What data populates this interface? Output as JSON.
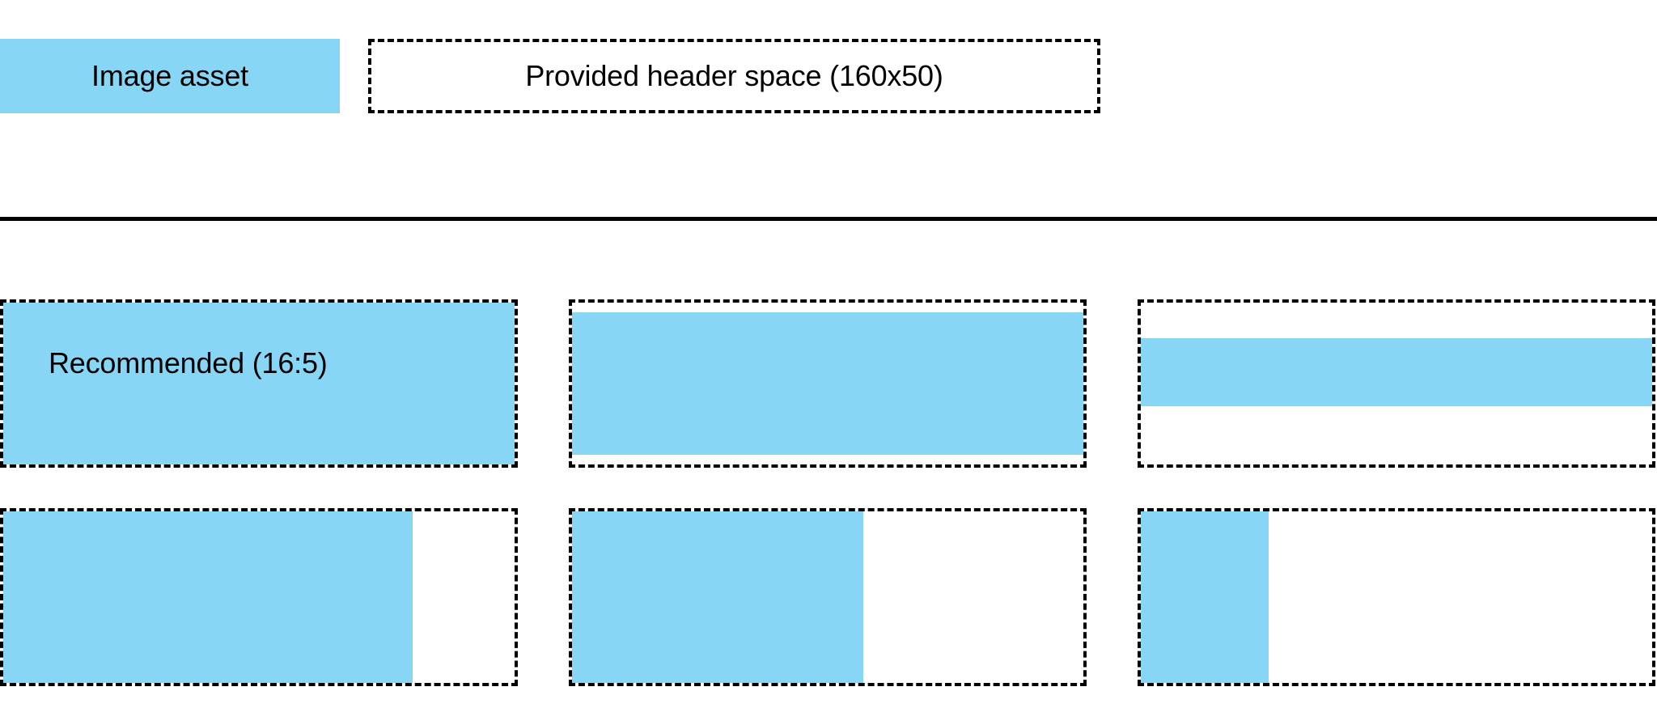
{
  "colors": {
    "image_asset_fill": "#87d6f5",
    "slot_border": "#000000",
    "divider": "#000000",
    "background": "#ffffff",
    "text": "#000000"
  },
  "legend": {
    "swatch_label": "Image asset",
    "space_label": "Provided header space (160x50)"
  },
  "divider": {
    "name": "section-divider"
  },
  "grid": {
    "recommended_label": "Recommended (16:5)",
    "rows": [
      {
        "row_index": 1,
        "slots": [
          {
            "label": "Recommended (16:5)",
            "fit": "fills-slot-exactly",
            "fill_left_pct": 0,
            "fill_top_pct": 0,
            "fill_width_pct": 100,
            "fill_height_pct": 100
          },
          {
            "label": "",
            "fit": "full-width-inset-vertically",
            "fill_left_pct": 0,
            "fill_top_pct": 6,
            "fill_width_pct": 100,
            "fill_height_pct": 88
          },
          {
            "label": "",
            "fit": "full-width-short-letterboxed",
            "fill_left_pct": 0,
            "fill_top_pct": 22,
            "fill_width_pct": 100,
            "fill_height_pct": 42
          }
        ]
      },
      {
        "row_index": 2,
        "slots": [
          {
            "label": "",
            "fit": "full-height-partial-width-wide",
            "fill_left_pct": 0,
            "fill_top_pct": 0,
            "fill_width_pct": 80,
            "fill_height_pct": 100
          },
          {
            "label": "",
            "fit": "full-height-partial-width-medium",
            "fill_left_pct": 0,
            "fill_top_pct": 0,
            "fill_width_pct": 57,
            "fill_height_pct": 100
          },
          {
            "label": "",
            "fit": "full-height-partial-width-narrow",
            "fill_left_pct": 0,
            "fill_top_pct": 0,
            "fill_width_pct": 25,
            "fill_height_pct": 100
          }
        ]
      }
    ]
  }
}
